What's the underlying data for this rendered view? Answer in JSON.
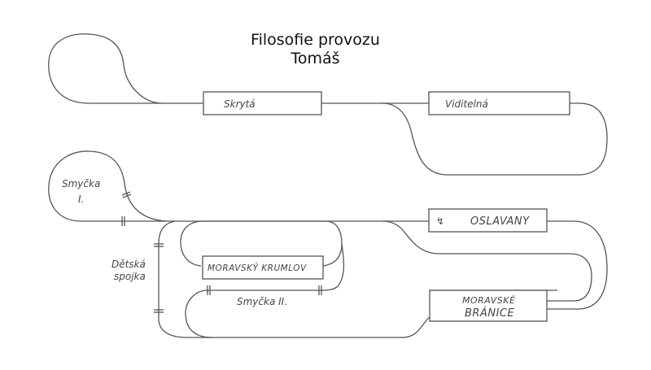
{
  "title": {
    "line1": "Filosofie provozu",
    "line2": "Tomáš"
  },
  "stations": {
    "hidden": "Skrytá",
    "visible": "Viditelná",
    "oslavany": "OSLAVANY",
    "oslavany_mark": "↯",
    "branice_1": "MORAVSKÉ",
    "branice_2": "BRÁNICE",
    "krumlov": "MORAVSKÝ KRUMLOV"
  },
  "labels": {
    "loop1_a": "Smyčka",
    "loop1_b": "I.",
    "link_a": "Dětská",
    "link_b": "spojka",
    "loop2": "Smyčka II."
  }
}
